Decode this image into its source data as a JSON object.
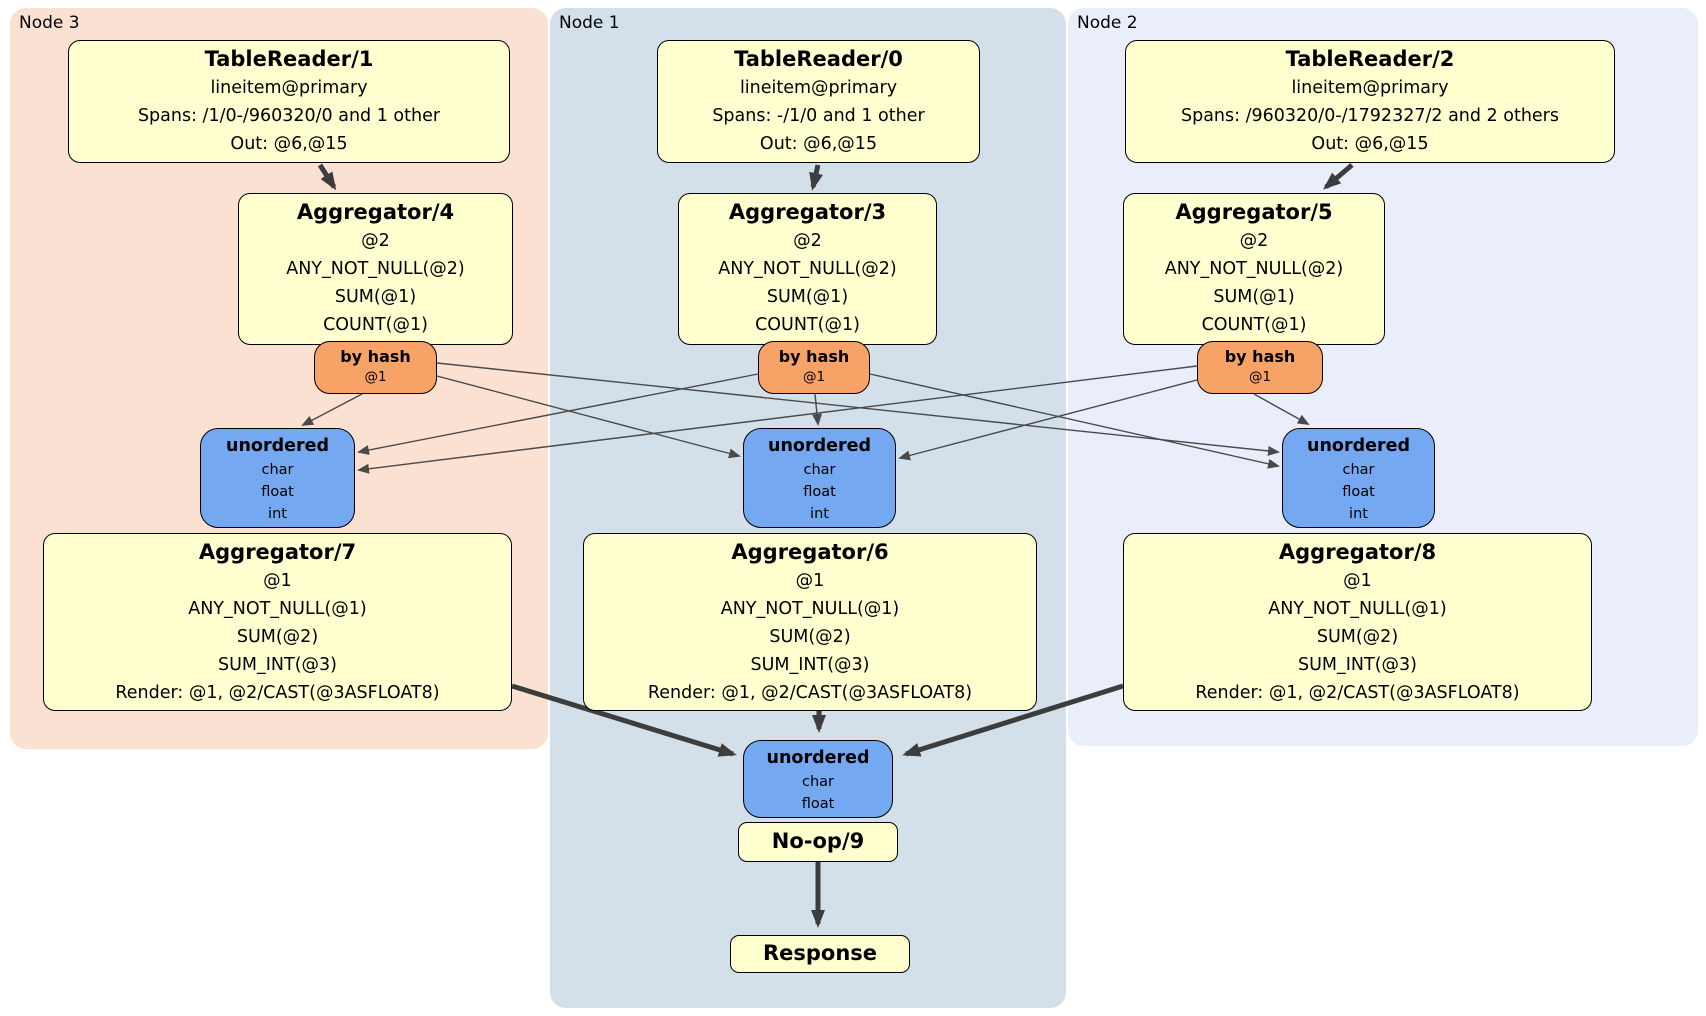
{
  "regions": {
    "node3": "Node 3",
    "node1": "Node 1",
    "node2": "Node 2"
  },
  "tr1": {
    "title": "TableReader/1",
    "index": "lineitem@primary",
    "spans": "Spans: /1/0-/960320/0 and 1 other",
    "out": "Out: @6,@15"
  },
  "tr0": {
    "title": "TableReader/0",
    "index": "lineitem@primary",
    "spans": "Spans: -/1/0 and 1 other",
    "out": "Out: @6,@15"
  },
  "tr2": {
    "title": "TableReader/2",
    "index": "lineitem@primary",
    "spans": "Spans: /960320/0-/1792327/2 and 2 others",
    "out": "Out: @6,@15"
  },
  "agg4": {
    "title": "Aggregator/4",
    "group": "@2",
    "f1": "ANY_NOT_NULL(@2)",
    "f2": "SUM(@1)",
    "f3": "COUNT(@1)"
  },
  "agg3": {
    "title": "Aggregator/3",
    "group": "@2",
    "f1": "ANY_NOT_NULL(@2)",
    "f2": "SUM(@1)",
    "f3": "COUNT(@1)"
  },
  "agg5": {
    "title": "Aggregator/5",
    "group": "@2",
    "f1": "ANY_NOT_NULL(@2)",
    "f2": "SUM(@1)",
    "f3": "COUNT(@1)"
  },
  "agg7": {
    "title": "Aggregator/7",
    "group": "@1",
    "f1": "ANY_NOT_NULL(@1)",
    "f2": "SUM(@2)",
    "f3": "SUM_INT(@3)",
    "render": "Render: @1, @2/CAST(@3ASFLOAT8)"
  },
  "agg6": {
    "title": "Aggregator/6",
    "group": "@1",
    "f1": "ANY_NOT_NULL(@1)",
    "f2": "SUM(@2)",
    "f3": "SUM_INT(@3)",
    "render": "Render: @1, @2/CAST(@3ASFLOAT8)"
  },
  "agg8": {
    "title": "Aggregator/8",
    "group": "@1",
    "f1": "ANY_NOT_NULL(@1)",
    "f2": "SUM(@2)",
    "f3": "SUM_INT(@3)",
    "render": "Render: @1, @2/CAST(@3ASFLOAT8)"
  },
  "byhash": {
    "title": "by hash",
    "key": "@1"
  },
  "stream3": {
    "title": "unordered",
    "c1": "char",
    "c2": "float",
    "c3": "int"
  },
  "stream2": {
    "title": "unordered",
    "c1": "char",
    "c2": "float"
  },
  "noop": {
    "title": "No-op/9"
  },
  "response": {
    "title": "Response"
  },
  "colors": {
    "node3_bg": "#fbe1d2",
    "node1_bg": "#d3e0ea",
    "node2_bg": "#e9eefa",
    "processor_box": "#ffffd0",
    "hash_router_box": "#f7a266",
    "stream_box": "#74a8f1",
    "edge": "#4a4a4a"
  }
}
